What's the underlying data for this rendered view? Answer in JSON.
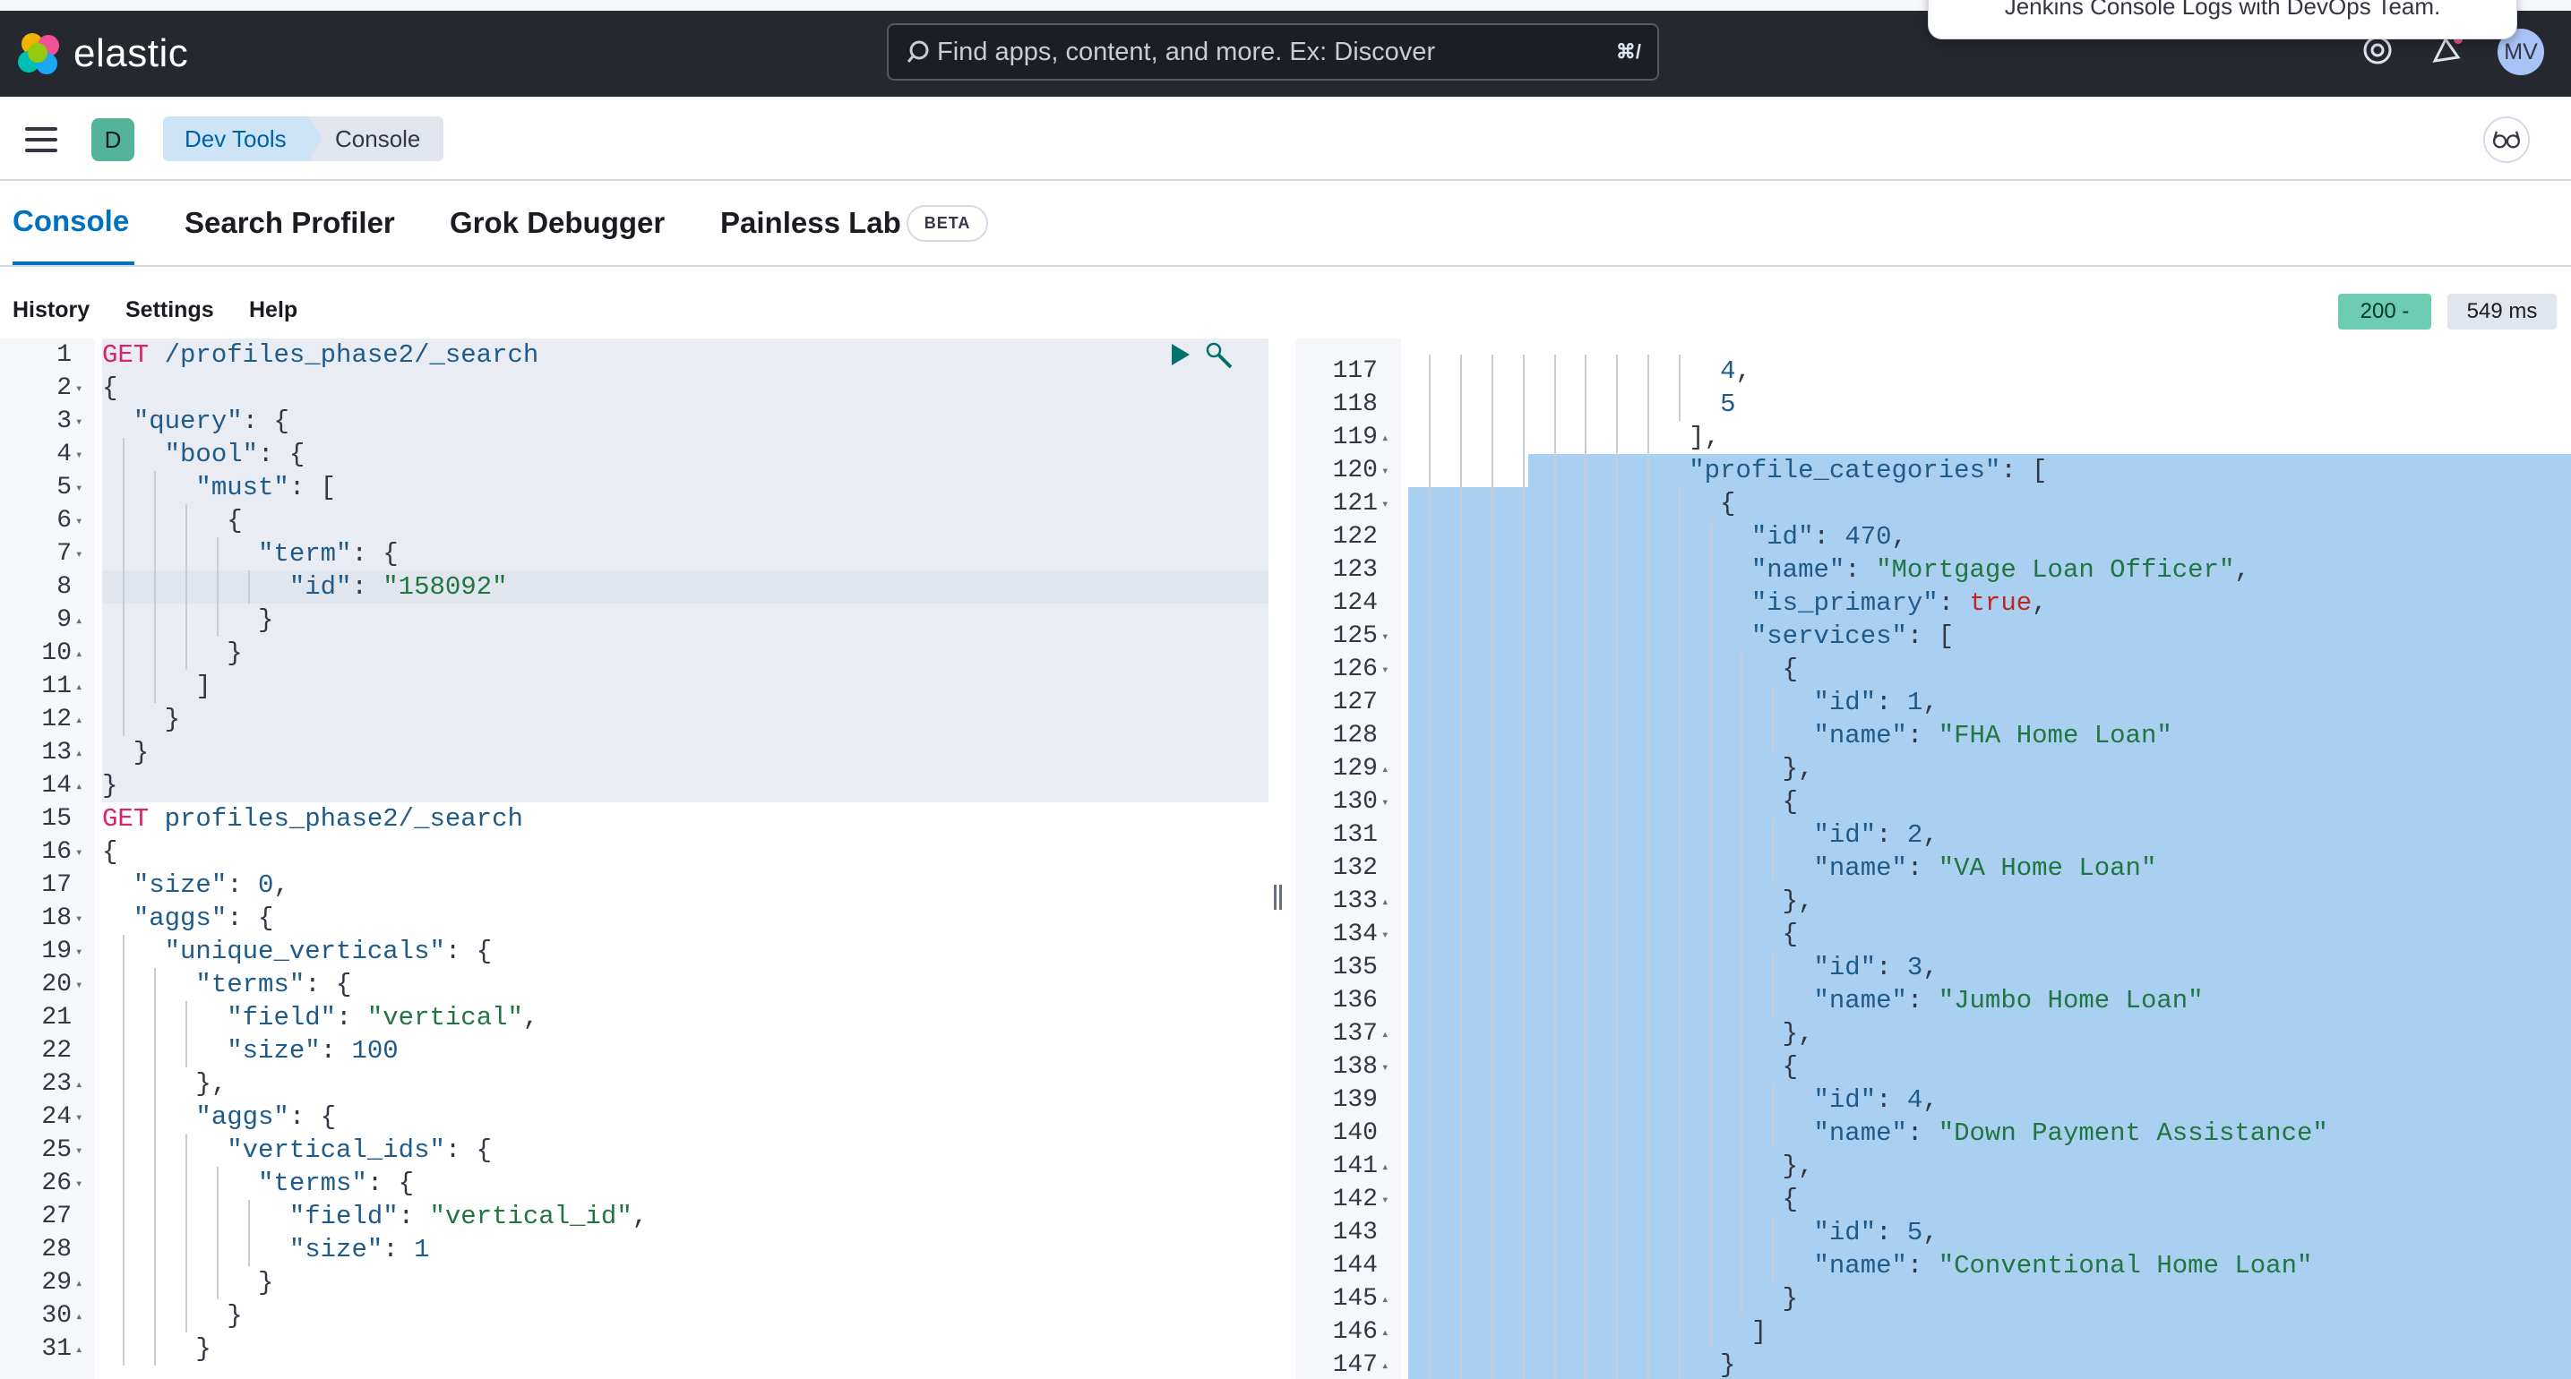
{
  "app": {
    "brand": "elastic",
    "search_placeholder": "Find apps, content, and more. Ex: Discover",
    "search_shortcut": "⌘/",
    "avatar_initials": "MV",
    "toast_text": "Jenkins Console Logs with DevOps Team."
  },
  "breadcrumb": {
    "space_initial": "D",
    "items": [
      "Dev Tools",
      "Console"
    ]
  },
  "tabs": [
    {
      "label": "Console",
      "active": true
    },
    {
      "label": "Search Profiler",
      "active": false
    },
    {
      "label": "Grok Debugger",
      "active": false
    },
    {
      "label": "Painless Lab",
      "badge": "BETA",
      "active": false
    }
  ],
  "toolbar": {
    "history": "History",
    "settings": "Settings",
    "help": "Help",
    "status": "200 -",
    "timing": "549 ms"
  },
  "request_editor": {
    "lines": [
      {
        "n": "1",
        "fold": "",
        "t": [
          [
            "kw",
            "GET"
          ],
          [
            "p",
            " "
          ],
          [
            "url",
            "/profiles_phase2/_search"
          ]
        ]
      },
      {
        "n": "2",
        "fold": "▾",
        "t": [
          [
            "p",
            "{"
          ]
        ]
      },
      {
        "n": "3",
        "fold": "▾",
        "t": [
          [
            "p",
            "  "
          ],
          [
            "key",
            "\"query\""
          ],
          [
            "p",
            ": {"
          ]
        ]
      },
      {
        "n": "4",
        "fold": "▾",
        "t": [
          [
            "p",
            "    "
          ],
          [
            "key",
            "\"bool\""
          ],
          [
            "p",
            ": {"
          ]
        ]
      },
      {
        "n": "5",
        "fold": "▾",
        "t": [
          [
            "p",
            "      "
          ],
          [
            "key",
            "\"must\""
          ],
          [
            "p",
            ": ["
          ]
        ]
      },
      {
        "n": "6",
        "fold": "▾",
        "t": [
          [
            "p",
            "        {"
          ]
        ]
      },
      {
        "n": "7",
        "fold": "▾",
        "t": [
          [
            "p",
            "          "
          ],
          [
            "key",
            "\"term\""
          ],
          [
            "p",
            ": {"
          ]
        ]
      },
      {
        "n": "8",
        "fold": "",
        "t": [
          [
            "p",
            "            "
          ],
          [
            "key",
            "\"id\""
          ],
          [
            "p",
            ": "
          ],
          [
            "str",
            "\"158092\""
          ]
        ]
      },
      {
        "n": "9",
        "fold": "▴",
        "t": [
          [
            "p",
            "          }"
          ]
        ]
      },
      {
        "n": "10",
        "fold": "▴",
        "t": [
          [
            "p",
            "        }"
          ]
        ]
      },
      {
        "n": "11",
        "fold": "▴",
        "t": [
          [
            "p",
            "      ]"
          ]
        ]
      },
      {
        "n": "12",
        "fold": "▴",
        "t": [
          [
            "p",
            "    }"
          ]
        ]
      },
      {
        "n": "13",
        "fold": "▴",
        "t": [
          [
            "p",
            "  }"
          ]
        ]
      },
      {
        "n": "14",
        "fold": "▴",
        "t": [
          [
            "p",
            "}"
          ]
        ]
      },
      {
        "n": "15",
        "fold": "",
        "t": [
          [
            "kw",
            "GET"
          ],
          [
            "p",
            " "
          ],
          [
            "url",
            "profiles_phase2/_search"
          ]
        ]
      },
      {
        "n": "16",
        "fold": "▾",
        "t": [
          [
            "p",
            "{"
          ]
        ]
      },
      {
        "n": "17",
        "fold": "",
        "t": [
          [
            "p",
            "  "
          ],
          [
            "key",
            "\"size\""
          ],
          [
            "p",
            ": "
          ],
          [
            "num",
            "0"
          ],
          [
            "p",
            ","
          ]
        ]
      },
      {
        "n": "18",
        "fold": "▾",
        "t": [
          [
            "p",
            "  "
          ],
          [
            "key",
            "\"aggs\""
          ],
          [
            "p",
            ": {"
          ]
        ]
      },
      {
        "n": "19",
        "fold": "▾",
        "t": [
          [
            "p",
            "    "
          ],
          [
            "key",
            "\"unique_verticals\""
          ],
          [
            "p",
            ": {"
          ]
        ]
      },
      {
        "n": "20",
        "fold": "▾",
        "t": [
          [
            "p",
            "      "
          ],
          [
            "key",
            "\"terms\""
          ],
          [
            "p",
            ": {"
          ]
        ]
      },
      {
        "n": "21",
        "fold": "",
        "t": [
          [
            "p",
            "        "
          ],
          [
            "key",
            "\"field\""
          ],
          [
            "p",
            ": "
          ],
          [
            "str",
            "\"vertical\""
          ],
          [
            "p",
            ","
          ]
        ]
      },
      {
        "n": "22",
        "fold": "",
        "t": [
          [
            "p",
            "        "
          ],
          [
            "key",
            "\"size\""
          ],
          [
            "p",
            ": "
          ],
          [
            "num",
            "100"
          ]
        ]
      },
      {
        "n": "23",
        "fold": "▴",
        "t": [
          [
            "p",
            "      },"
          ]
        ]
      },
      {
        "n": "24",
        "fold": "▾",
        "t": [
          [
            "p",
            "      "
          ],
          [
            "key",
            "\"aggs\""
          ],
          [
            "p",
            ": {"
          ]
        ]
      },
      {
        "n": "25",
        "fold": "▾",
        "t": [
          [
            "p",
            "        "
          ],
          [
            "key",
            "\"vertical_ids\""
          ],
          [
            "p",
            ": {"
          ]
        ]
      },
      {
        "n": "26",
        "fold": "▾",
        "t": [
          [
            "p",
            "          "
          ],
          [
            "key",
            "\"terms\""
          ],
          [
            "p",
            ": {"
          ]
        ]
      },
      {
        "n": "27",
        "fold": "",
        "t": [
          [
            "p",
            "            "
          ],
          [
            "key",
            "\"field\""
          ],
          [
            "p",
            ": "
          ],
          [
            "str",
            "\"vertical_id\""
          ],
          [
            "p",
            ","
          ]
        ]
      },
      {
        "n": "28",
        "fold": "",
        "t": [
          [
            "p",
            "            "
          ],
          [
            "key",
            "\"size\""
          ],
          [
            "p",
            ": "
          ],
          [
            "num",
            "1"
          ]
        ]
      },
      {
        "n": "29",
        "fold": "▴",
        "t": [
          [
            "p",
            "          }"
          ]
        ]
      },
      {
        "n": "30",
        "fold": "▴",
        "t": [
          [
            "p",
            "        }"
          ]
        ]
      },
      {
        "n": "31",
        "fold": "▴",
        "t": [
          [
            "p",
            "      }"
          ]
        ]
      }
    ]
  },
  "response_editor": {
    "lines": [
      {
        "n": "117",
        "fold": "",
        "t": [
          [
            "p",
            "                    "
          ],
          [
            "num",
            "4"
          ],
          [
            "p",
            ","
          ]
        ]
      },
      {
        "n": "118",
        "fold": "",
        "t": [
          [
            "p",
            "                    "
          ],
          [
            "num",
            "5"
          ]
        ]
      },
      {
        "n": "119",
        "fold": "▴",
        "t": [
          [
            "p",
            "                  ],"
          ]
        ]
      },
      {
        "n": "120",
        "fold": "▾",
        "t": [
          [
            "p",
            "                  "
          ],
          [
            "key",
            "\"profile_categories\""
          ],
          [
            "p",
            ": ["
          ]
        ]
      },
      {
        "n": "121",
        "fold": "▾",
        "t": [
          [
            "p",
            "                    {"
          ]
        ]
      },
      {
        "n": "122",
        "fold": "",
        "t": [
          [
            "p",
            "                      "
          ],
          [
            "key",
            "\"id\""
          ],
          [
            "p",
            ": "
          ],
          [
            "num",
            "470"
          ],
          [
            "p",
            ","
          ]
        ]
      },
      {
        "n": "123",
        "fold": "",
        "t": [
          [
            "p",
            "                      "
          ],
          [
            "key",
            "\"name\""
          ],
          [
            "p",
            ": "
          ],
          [
            "str",
            "\"Mortgage Loan Officer\""
          ],
          [
            "p",
            ","
          ]
        ]
      },
      {
        "n": "124",
        "fold": "",
        "t": [
          [
            "p",
            "                      "
          ],
          [
            "key",
            "\"is_primary\""
          ],
          [
            "p",
            ": "
          ],
          [
            "bool",
            "true"
          ],
          [
            "p",
            ","
          ]
        ]
      },
      {
        "n": "125",
        "fold": "▾",
        "t": [
          [
            "p",
            "                      "
          ],
          [
            "key",
            "\"services\""
          ],
          [
            "p",
            ": ["
          ]
        ]
      },
      {
        "n": "126",
        "fold": "▾",
        "t": [
          [
            "p",
            "                        {"
          ]
        ]
      },
      {
        "n": "127",
        "fold": "",
        "t": [
          [
            "p",
            "                          "
          ],
          [
            "key",
            "\"id\""
          ],
          [
            "p",
            ": "
          ],
          [
            "num",
            "1"
          ],
          [
            "p",
            ","
          ]
        ]
      },
      {
        "n": "128",
        "fold": "",
        "t": [
          [
            "p",
            "                          "
          ],
          [
            "key",
            "\"name\""
          ],
          [
            "p",
            ": "
          ],
          [
            "str",
            "\"FHA Home Loan\""
          ]
        ]
      },
      {
        "n": "129",
        "fold": "▴",
        "t": [
          [
            "p",
            "                        },"
          ]
        ]
      },
      {
        "n": "130",
        "fold": "▾",
        "t": [
          [
            "p",
            "                        {"
          ]
        ]
      },
      {
        "n": "131",
        "fold": "",
        "t": [
          [
            "p",
            "                          "
          ],
          [
            "key",
            "\"id\""
          ],
          [
            "p",
            ": "
          ],
          [
            "num",
            "2"
          ],
          [
            "p",
            ","
          ]
        ]
      },
      {
        "n": "132",
        "fold": "",
        "t": [
          [
            "p",
            "                          "
          ],
          [
            "key",
            "\"name\""
          ],
          [
            "p",
            ": "
          ],
          [
            "str",
            "\"VA Home Loan\""
          ]
        ]
      },
      {
        "n": "133",
        "fold": "▴",
        "t": [
          [
            "p",
            "                        },"
          ]
        ]
      },
      {
        "n": "134",
        "fold": "▾",
        "t": [
          [
            "p",
            "                        {"
          ]
        ]
      },
      {
        "n": "135",
        "fold": "",
        "t": [
          [
            "p",
            "                          "
          ],
          [
            "key",
            "\"id\""
          ],
          [
            "p",
            ": "
          ],
          [
            "num",
            "3"
          ],
          [
            "p",
            ","
          ]
        ]
      },
      {
        "n": "136",
        "fold": "",
        "t": [
          [
            "p",
            "                          "
          ],
          [
            "key",
            "\"name\""
          ],
          [
            "p",
            ": "
          ],
          [
            "str",
            "\"Jumbo Home Loan\""
          ]
        ]
      },
      {
        "n": "137",
        "fold": "▴",
        "t": [
          [
            "p",
            "                        },"
          ]
        ]
      },
      {
        "n": "138",
        "fold": "▾",
        "t": [
          [
            "p",
            "                        {"
          ]
        ]
      },
      {
        "n": "139",
        "fold": "",
        "t": [
          [
            "p",
            "                          "
          ],
          [
            "key",
            "\"id\""
          ],
          [
            "p",
            ": "
          ],
          [
            "num",
            "4"
          ],
          [
            "p",
            ","
          ]
        ]
      },
      {
        "n": "140",
        "fold": "",
        "t": [
          [
            "p",
            "                          "
          ],
          [
            "key",
            "\"name\""
          ],
          [
            "p",
            ": "
          ],
          [
            "str",
            "\"Down Payment Assistance\""
          ]
        ]
      },
      {
        "n": "141",
        "fold": "▴",
        "t": [
          [
            "p",
            "                        },"
          ]
        ]
      },
      {
        "n": "142",
        "fold": "▾",
        "t": [
          [
            "p",
            "                        {"
          ]
        ]
      },
      {
        "n": "143",
        "fold": "",
        "t": [
          [
            "p",
            "                          "
          ],
          [
            "key",
            "\"id\""
          ],
          [
            "p",
            ": "
          ],
          [
            "num",
            "5"
          ],
          [
            "p",
            ","
          ]
        ]
      },
      {
        "n": "144",
        "fold": "",
        "t": [
          [
            "p",
            "                          "
          ],
          [
            "key",
            "\"name\""
          ],
          [
            "p",
            ": "
          ],
          [
            "str",
            "\"Conventional Home Loan\""
          ]
        ]
      },
      {
        "n": "145",
        "fold": "▴",
        "t": [
          [
            "p",
            "                        }"
          ]
        ]
      },
      {
        "n": "146",
        "fold": "▴",
        "t": [
          [
            "p",
            "                      ]"
          ]
        ]
      },
      {
        "n": "147",
        "fold": "▴",
        "t": [
          [
            "p",
            "                    }"
          ]
        ]
      }
    ]
  },
  "colors": {
    "header_bg": "#25282f",
    "accent": "#0071c2",
    "selection": "#a9d0f0",
    "status_ok": "#6dccb1",
    "keyword": "#d6246e",
    "string": "#207540"
  }
}
